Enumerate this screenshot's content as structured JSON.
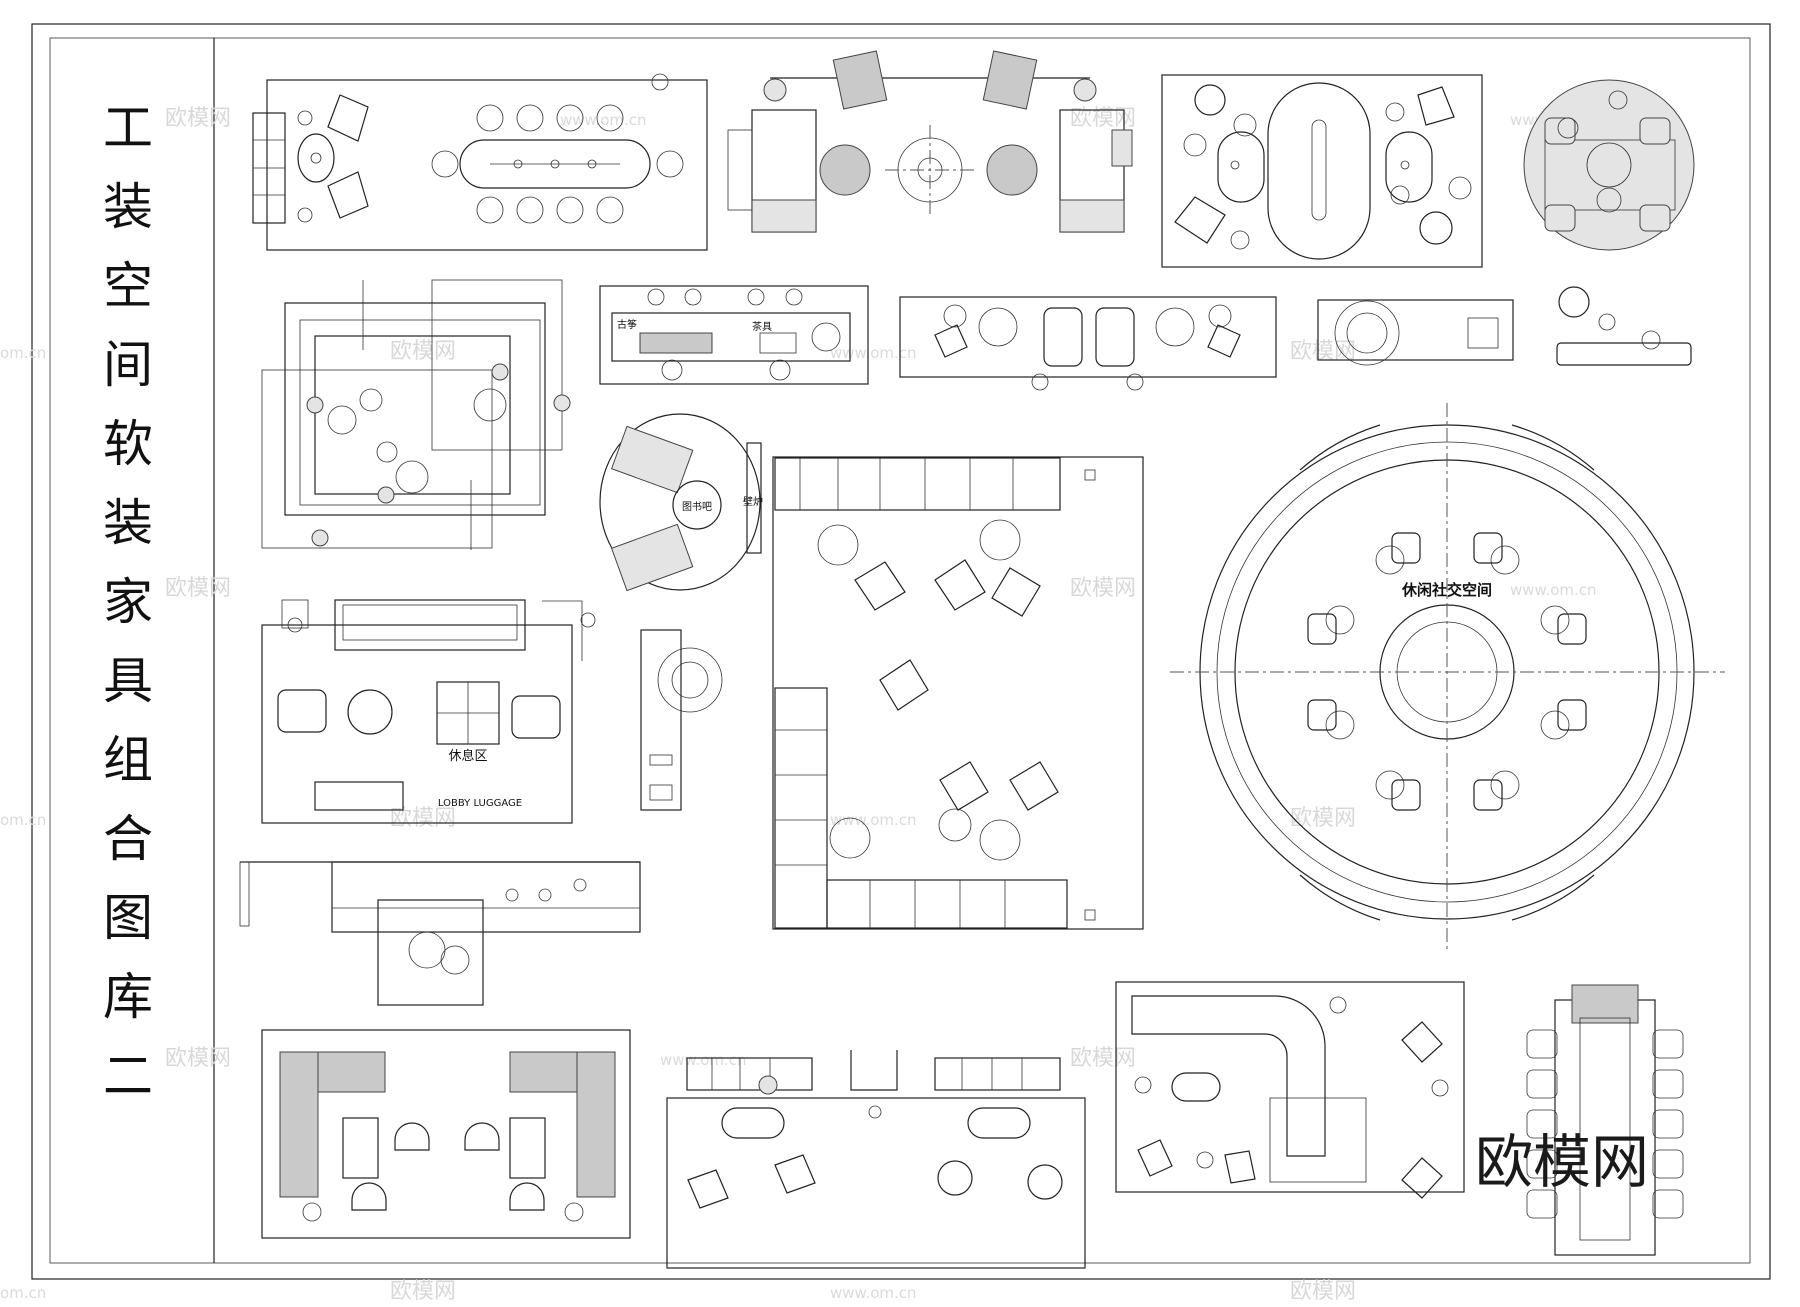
{
  "title": "工装空间软装家具组合图库二",
  "title_chars": [
    "工",
    "装",
    "空",
    "间",
    "软",
    "装",
    "家",
    "具",
    "组",
    "合",
    "图",
    "库",
    "二"
  ],
  "labels": {
    "guzheng": "古筝",
    "tea_set": "茶具",
    "library_bar": "图书吧",
    "fireplace": "壁炉",
    "lounge_cn": "休息区",
    "lounge_en": "LOBBY LUGGAGE",
    "social_space": "休闲社交空间"
  },
  "watermark": {
    "cn": "欧模网",
    "url": "www.om.cn",
    "url_short": "om.cn"
  },
  "logo": "欧模网"
}
